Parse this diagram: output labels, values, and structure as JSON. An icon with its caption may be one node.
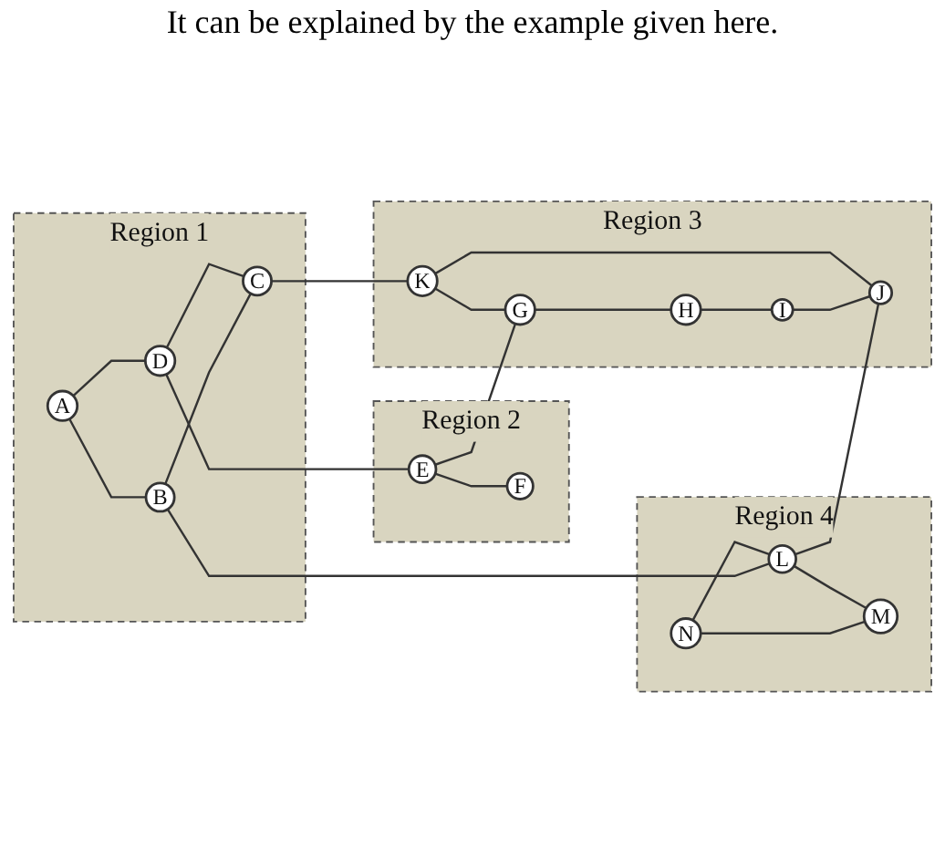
{
  "diagram": {
    "nodes": [
      {
        "text": [
          "Region 1"
        ]
      },
      {
        "text": [
          "A"
        ],
        "in": 0
      },
      {
        "text": [
          "D"
        ],
        "in": 0
      },
      {
        "text": [
          "B"
        ],
        "in": 0
      },
      {
        "text": [
          "C"
        ],
        "in": 0
      },
      {
        "text": [
          "Region 2"
        ]
      },
      {
        "text": [
          "E"
        ],
        "in": 5
      },
      {
        "text": [
          "F"
        ],
        "in": 5
      },
      {
        "text": [
          "Region 3"
        ]
      },
      {
        "text": [
          "K"
        ],
        "in": 8
      },
      {
        "text": [
          "G"
        ],
        "in": 8
      },
      {
        "text": [
          "J"
        ],
        "in": 8
      },
      {
        "text": [
          "H"
        ],
        "in": 8
      },
      {
        "text": [
          "I"
        ],
        "in": 8
      },
      {
        "text": [
          "Region 4"
        ]
      },
      {
        "text": [
          "N"
        ],
        "in": 14
      },
      {
        "text": [
          "L"
        ],
        "in": 14
      },
      {
        "text": [
          "M"
        ],
        "in": 14
      }
    ],
    "edges": [
      {
        "from": 1,
        "to": 2,
        "arrow": "none"
      },
      {
        "from": 1,
        "to": 3,
        "arrow": "none"
      },
      {
        "from": 3,
        "to": 4,
        "arrow": "none"
      },
      {
        "from": 2,
        "to": 4,
        "arrow": "none"
      },
      {
        "from": 2,
        "to": 6,
        "arrow": "none"
      },
      {
        "from": 6,
        "to": 7,
        "arrow": "none"
      },
      {
        "from": 6,
        "to": 10,
        "arrow": "none"
      },
      {
        "from": 4,
        "to": 9,
        "arrow": "none"
      },
      {
        "from": 3,
        "to": 16,
        "arrow": "none"
      },
      {
        "from": 9,
        "to": 10,
        "arrow": "none"
      },
      {
        "from": 10,
        "to": 12,
        "arrow": "none"
      },
      {
        "from": 12,
        "to": 13,
        "arrow": "none"
      },
      {
        "from": 13,
        "to": 11,
        "arrow": "none"
      },
      {
        "from": 11,
        "to": 9,
        "arrow": "none"
      },
      {
        "from": 16,
        "to": 11,
        "arrow": "none"
      },
      {
        "from": 15,
        "to": 16,
        "arrow": "none"
      },
      {
        "from": 15,
        "to": 17,
        "arrow": "none"
      },
      {
        "from": 16,
        "to": 17,
        "arrow": "none"
      }
    ],
    "labels": [
      "It can be explained by the example given here."
    ]
  }
}
